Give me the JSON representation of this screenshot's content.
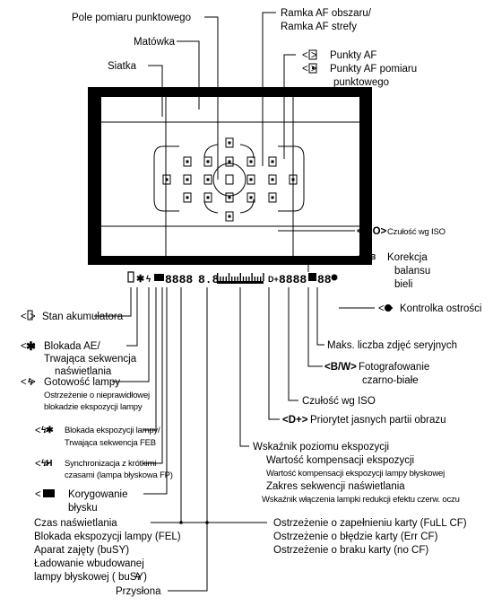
{
  "labels": {
    "pole_pomiaru": "Pole pomiaru punktowego",
    "matowka": "Matówka",
    "siatka": "Siatka",
    "ramka_af_1": "Ramka AF obszaru/",
    "ramka_af_2": "Ramka AF strefy",
    "punkty_af": "Punkty AF",
    "punkty_af_pom_1": "Punkty AF pomiaru",
    "punkty_af_pom_2": "punktowego",
    "iso_code": "ISO",
    "iso_right": "Czułość wg ISO",
    "wb_1": "Korekcja",
    "wb_2": "balansu",
    "wb_3": "bieli",
    "kontrolka": "Kontrolka ostrości",
    "maks": "Maks. liczba zdjęć seryjnych",
    "bw_code": "B/W",
    "bw_1": "Fotografowanie",
    "bw_2": "czarno-białe",
    "czulosc": "Czułość wg ISO",
    "d_plus_code": "D+",
    "priorytet": "Priorytet jasnych partii obrazu",
    "wskaznik": "Wskaźnik poziomu ekspozycji",
    "wartosc_komp": "Wartość kompensacji ekspozycji",
    "wartosc_komp_lampy": "Wartość kompensacji ekspozycji lampy błyskowej",
    "zakres_sek": "Zakres sekwencji naświetlania",
    "wskaznik_wl": "Wskaźnik włączenia lampki redukcji efektu czerw. oczu",
    "stan_aku": "Stan akumulatora",
    "blokada_ae_1": "Blokada AE/",
    "blokada_ae_2": "Trwająca sekwencja",
    "blokada_ae_3": "naświetlania",
    "gotowosc": "Gotowość lampy",
    "ostrz_1": "Ostrzeżenie o nieprawidłowej",
    "ostrz_2": "blokadzie ekspozycji lampy",
    "blok_lampy_1": "Blokada ekspozycji lampy/",
    "blok_lampy_2": "Trwająca sekwencja FEB",
    "sync_1": "Synchronizacja z krótkimi",
    "sync_2": "czasami (lampa błyskowa FP)",
    "koryg_1": "Korygowanie",
    "koryg_2": "błysku",
    "czas": "Czas naświetlania",
    "blokada_lampy_fel": "Blokada ekspozycji lampy (FEL)",
    "aparat": "Aparat zajęty (buSY)",
    "ladowanie_1": "Ładowanie wbudowanej",
    "ladowanie_2": "lampy błyskowej (   buSY)",
    "przyslona": "Przysłona",
    "zapel": "Ostrzeżenie o zapełnieniu karty (FuLL CF)",
    "bledzie": "Ostrzeżenie o błędzie karty (Err CF)",
    "braku": "Ostrzeżenie o braku karty (no CF)"
  },
  "display": {
    "shutter": "8888",
    "aperture": "8.8",
    "iso": "8888",
    "burst": "88"
  }
}
